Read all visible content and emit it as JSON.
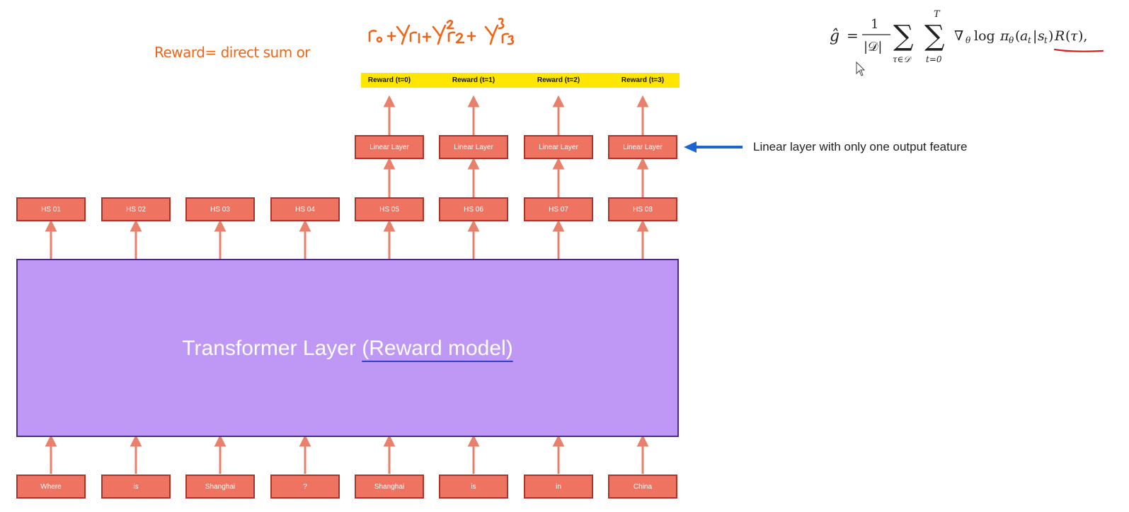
{
  "tokens": [
    "Where",
    "is",
    "Shanghai",
    "?",
    "Shanghai",
    "is",
    "in",
    "China"
  ],
  "hidden_states": [
    "HS 01",
    "HS 02",
    "HS 03",
    "HS 04",
    "HS 05",
    "HS 06",
    "HS 07",
    "HS 08"
  ],
  "linear_layers": [
    "Linear Layer",
    "Linear Layer",
    "Linear Layer",
    "Linear Layer"
  ],
  "rewards": [
    "Reward (t=0)",
    "Reward (t=1)",
    "Reward (t=2)",
    "Reward (t=3)"
  ],
  "transformer": {
    "label": "Transformer Layer",
    "model_label": "(Reward model)"
  },
  "annotation": "Linear layer with only one output feature",
  "handwriting": {
    "reward_text": "Reward= direct  sum  or"
  },
  "colors": {
    "box": "#ee7461",
    "arrow": "#e8806b",
    "transformer": "#bf97f4",
    "reward_bar": "#ffe600",
    "annotation_arrow": "#1c66d4",
    "handwriting": "#f06418"
  }
}
